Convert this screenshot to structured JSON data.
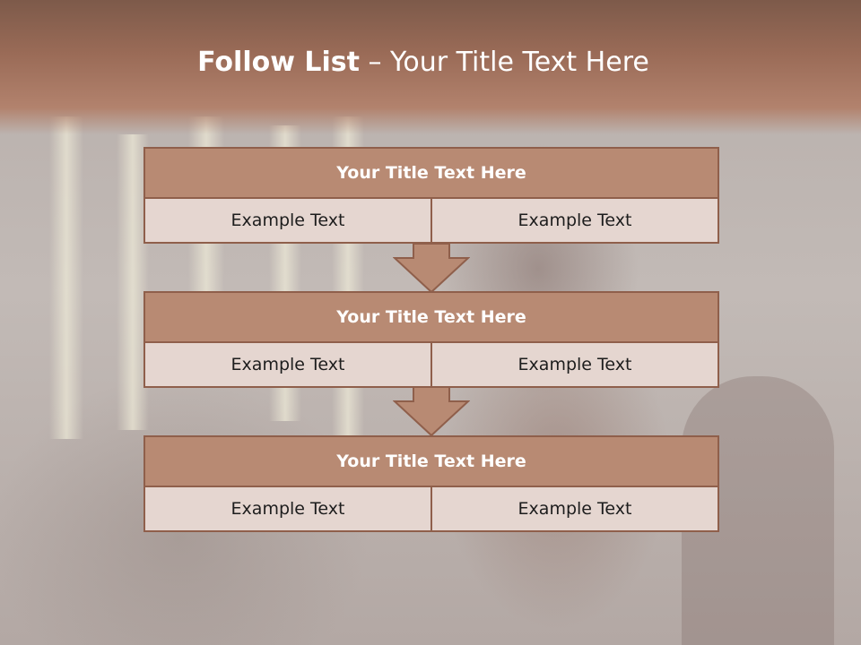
{
  "slide": {
    "title_bold": "Follow List",
    "title_rest": " – Your Title Text Here"
  },
  "steps": [
    {
      "title": "Your Title Text Here",
      "left": "Example Text",
      "right": "Example Text"
    },
    {
      "title": "Your Title Text Here",
      "left": "Example Text",
      "right": "Example Text"
    },
    {
      "title": "Your Title Text Here",
      "left": "Example Text",
      "right": "Example Text"
    }
  ],
  "colors": {
    "header_fill": "#b88a73",
    "border": "#8f5f4b",
    "cell_fill": "#e5d6d0",
    "band": "#9a6b57"
  }
}
